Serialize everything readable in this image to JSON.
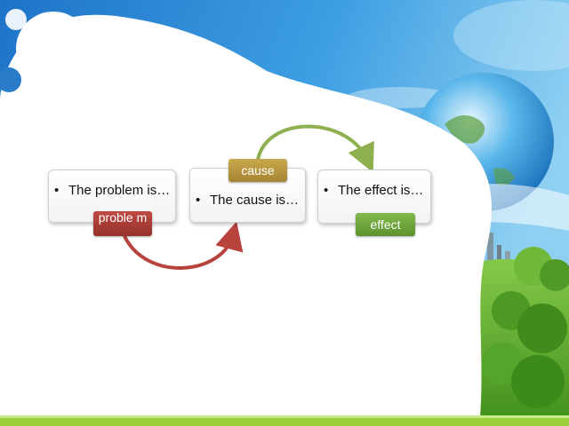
{
  "colors": {
    "sky_dark": "#1e73c8",
    "sky_light": "#6ec2ee",
    "grass": "#5aa628",
    "bottom_bar": "#9ad13a",
    "cause_tag": "#b3943c",
    "problem_tag": "#a43a35",
    "effect_tag": "#6ea03a",
    "cause_arrow": "#8fb04e",
    "problem_arrow": "#b8433d"
  },
  "diagram": {
    "problem": {
      "text": "The problem is…",
      "tag": "proble m"
    },
    "cause": {
      "text": "The cause is…",
      "tag": "cause"
    },
    "effect": {
      "text": "The effect is…",
      "tag": "effect"
    }
  }
}
